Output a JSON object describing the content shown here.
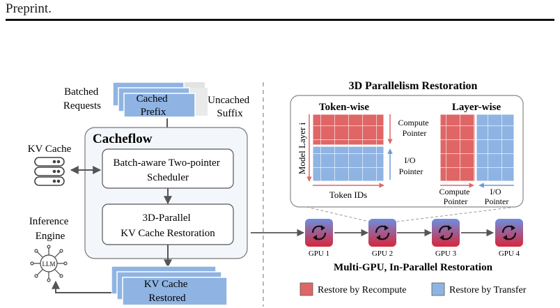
{
  "header": {
    "text": "Preprint."
  },
  "left": {
    "batched_requests": [
      "Batched",
      "Requests"
    ],
    "cached_prefix": [
      "Cached",
      "Prefix"
    ],
    "uncached_suffix": [
      "Uncached",
      "Suffix"
    ],
    "cacheflow_title": "Cacheflow",
    "kv_cache_label": "KV Cache",
    "scheduler": [
      "Batch-aware Two-pointer",
      "Scheduler"
    ],
    "restoration": [
      "3D-Parallel",
      "KV Cache Restoration"
    ],
    "inference_engine": [
      "Inference",
      "Engine"
    ],
    "llm_label": "LLM",
    "kv_restored": [
      "KV Cache",
      "Restored"
    ]
  },
  "right": {
    "title": "3D Parallelism Restoration",
    "token_wise": {
      "title": "Token-wise",
      "y_label": "Model Layer i",
      "x_label": "Token IDs",
      "compute_pointer": [
        "Compute",
        "Pointer"
      ],
      "io_pointer": [
        "I/O",
        "Pointer"
      ]
    },
    "layer_wise": {
      "title": "Layer-wise",
      "compute_pointer": [
        "Compute",
        "Pointer"
      ],
      "io_pointer": [
        "I/O",
        "Pointer"
      ]
    },
    "gpus": [
      "GPU 1",
      "GPU 2",
      "GPU 3",
      "GPU 4"
    ],
    "multi_gpu_caption": "Multi-GPU, In-Parallel Restoration",
    "legend": [
      {
        "label": "Restore by Recompute",
        "color": "#e06666"
      },
      {
        "label": "Restore by Transfer",
        "color": "#8fb4e3"
      }
    ]
  },
  "colors": {
    "recompute": "#e06666",
    "transfer": "#8fb4e3",
    "prefix_box": "#8fb4e3",
    "cacheflow_bg": "#f3f6fb"
  }
}
